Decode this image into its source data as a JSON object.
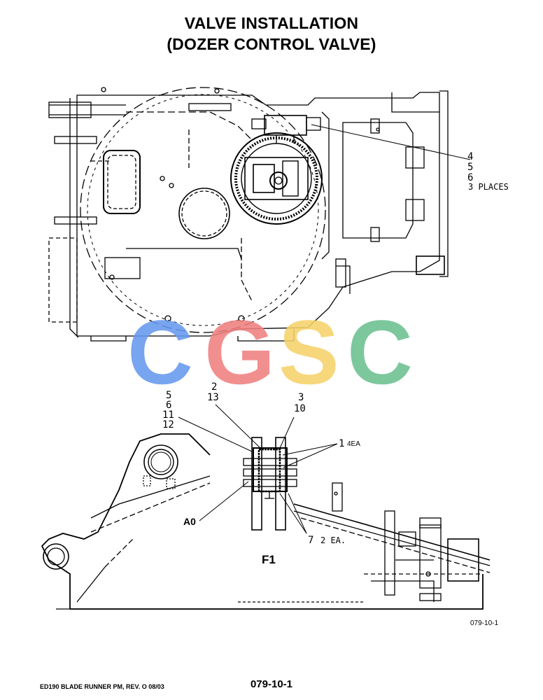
{
  "title": {
    "line1": "VALVE INSTALLATION",
    "line2": "(DOZER CONTROL VALVE)"
  },
  "watermark": {
    "letters": [
      {
        "char": "C",
        "color": "#6699ee"
      },
      {
        "char": "G",
        "color": "#f08080"
      },
      {
        "char": "S",
        "color": "#f6d26a"
      },
      {
        "char": "C",
        "color": "#6cc090"
      }
    ]
  },
  "upper_view": {
    "callouts": [
      "4",
      "5",
      "6"
    ],
    "note": "3 PLACES"
  },
  "lower_view": {
    "callout_left": [
      "5",
      "6",
      "11",
      "12"
    ],
    "callout_mid": [
      "2",
      "13"
    ],
    "callout_right": [
      "3",
      "10"
    ],
    "callout_1": "1",
    "callout_1_note": "4EA",
    "callout_7": "7",
    "callout_7_note": "2 EA.",
    "label_a0": "A0",
    "label_f1": "F1"
  },
  "figure_ref": "079-10-1",
  "footer": {
    "left": "ED190 BLADE RUNNER PM, REV. O 08/03",
    "center": "079-10-1"
  }
}
